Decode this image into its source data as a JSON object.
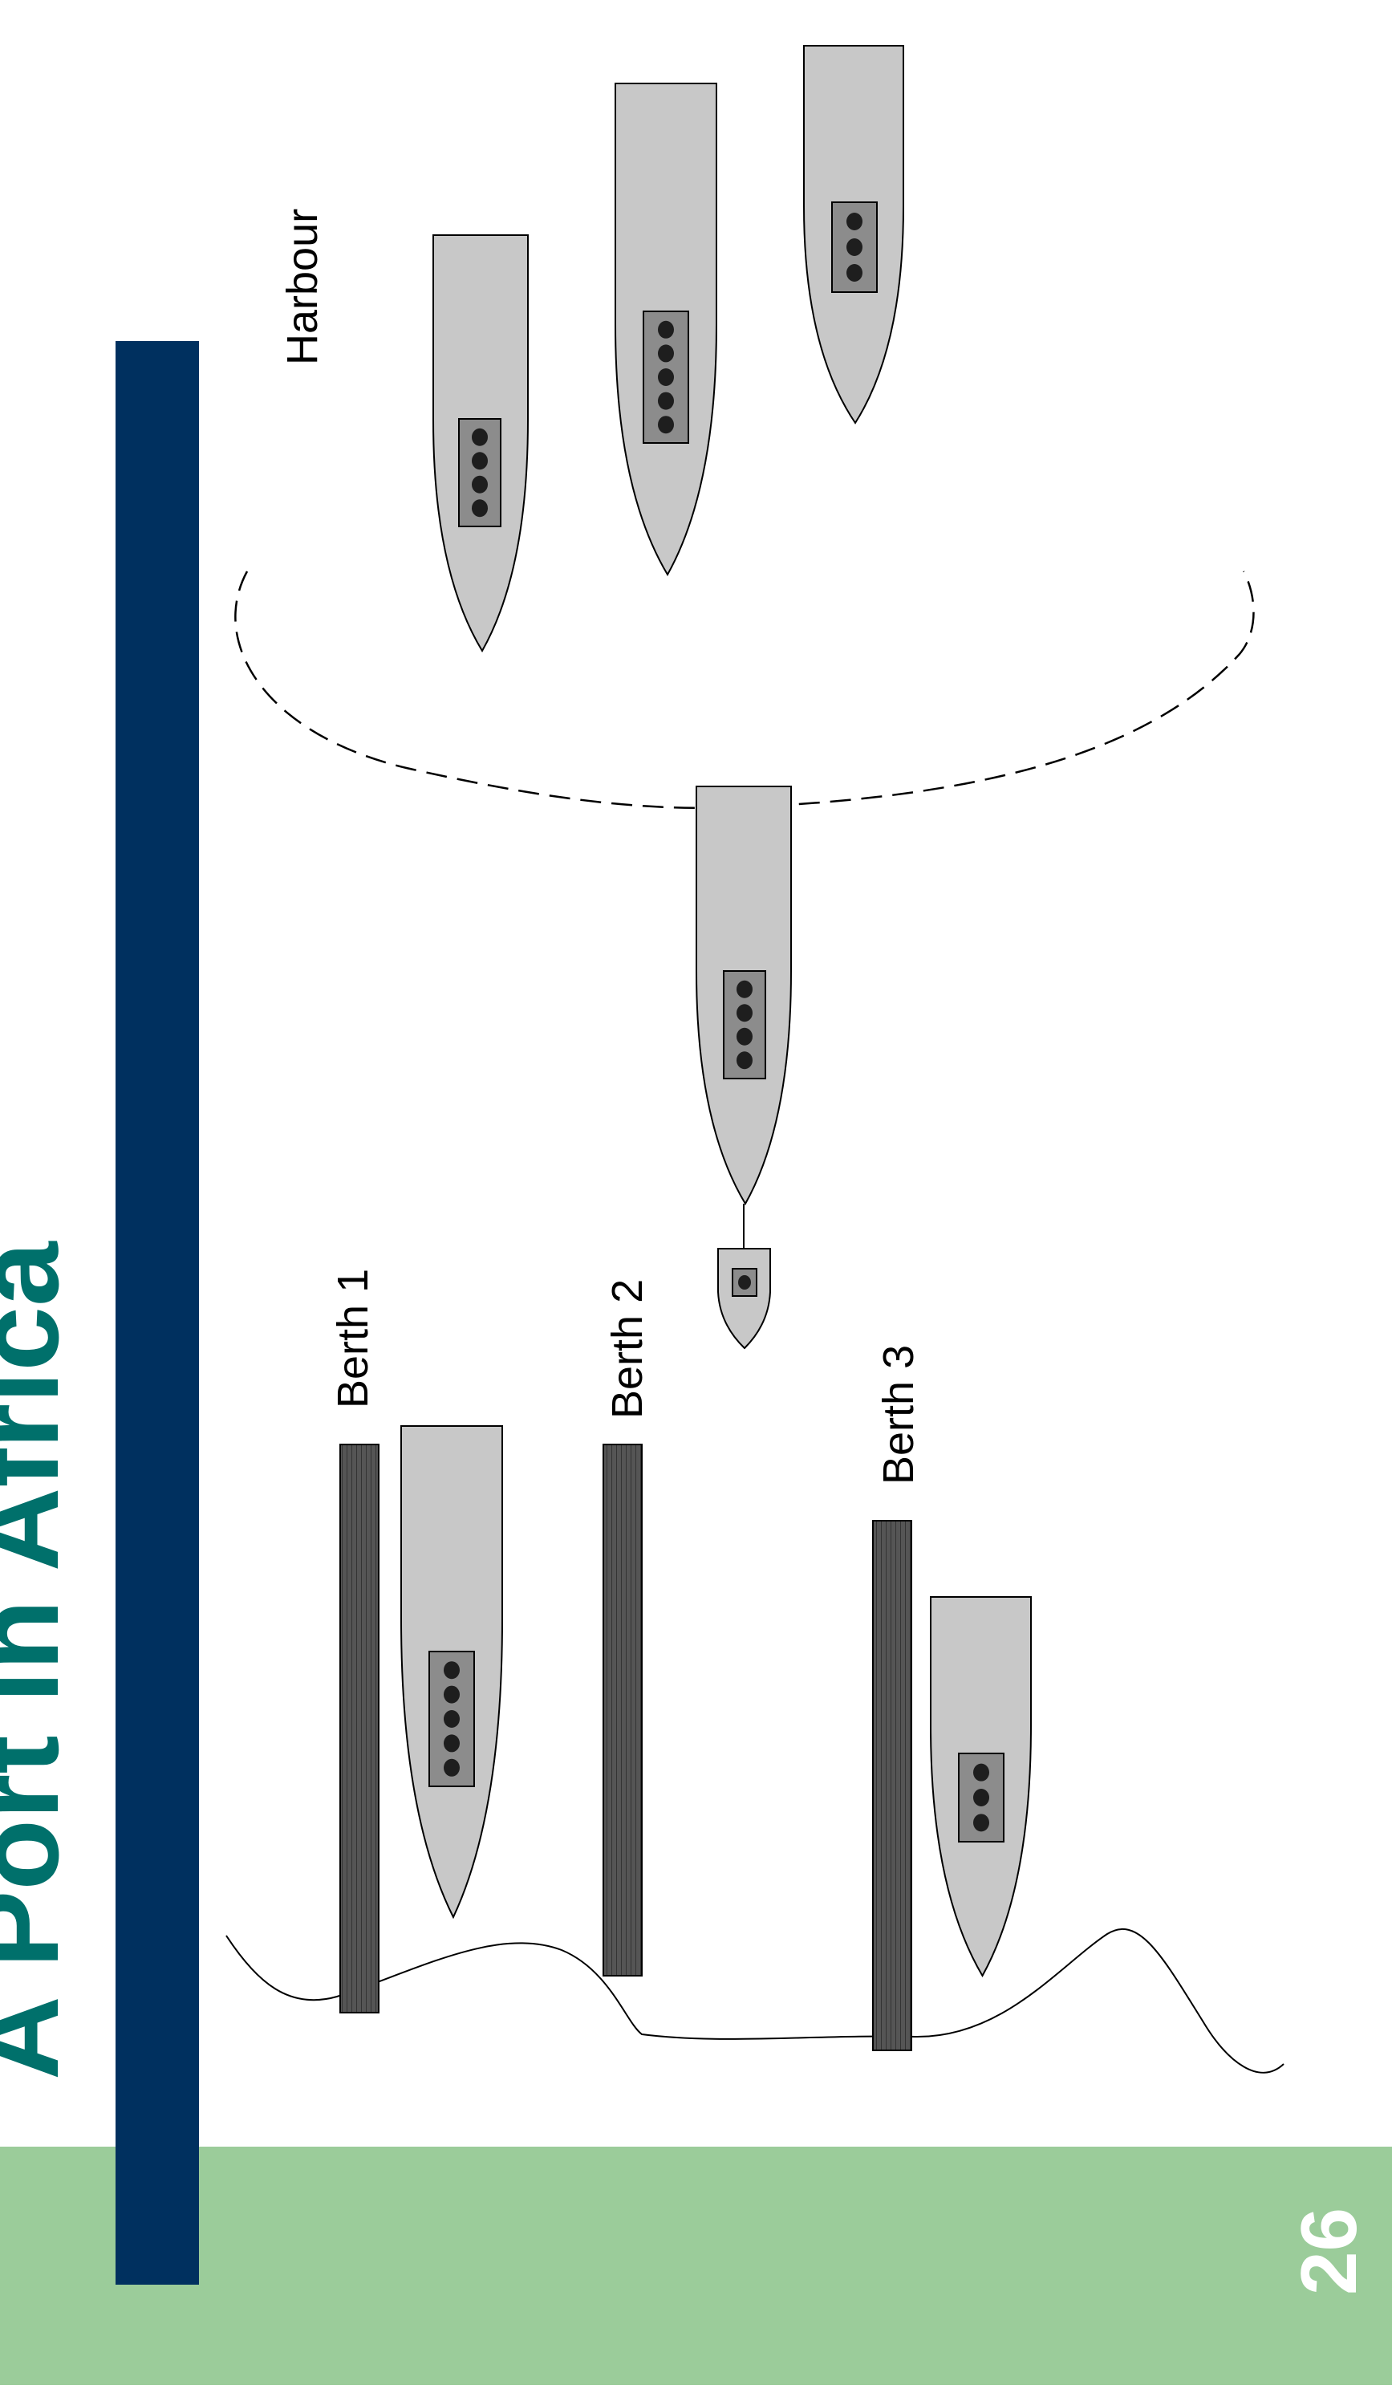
{
  "slide": {
    "title": "A Port in Africa",
    "page_number": "26"
  },
  "labels": {
    "harbour": "Harbour",
    "berth_1": "Berth 1",
    "berth_2": "Berth 2",
    "berth_3": "Berth 3"
  },
  "colors": {
    "title_teal": "#00706b",
    "navy_bar": "#00305f",
    "footer_green": "#9bcc9a",
    "ship_fill": "#c8c8c8",
    "hatch_fill": "#8c8c8c",
    "berth_fill": "#4a4a4a",
    "container_dot": "#1e1e1e"
  },
  "ships": [
    {
      "id": "harbour-ship-1",
      "containers": 4
    },
    {
      "id": "harbour-ship-2",
      "containers": 5
    },
    {
      "id": "harbour-ship-3",
      "containers": 3
    },
    {
      "id": "entering-ship",
      "containers": 4
    },
    {
      "id": "tugboat",
      "containers": 1
    },
    {
      "id": "berth-1-ship",
      "containers": 5
    },
    {
      "id": "berth-3-ship",
      "containers": 3
    }
  ]
}
